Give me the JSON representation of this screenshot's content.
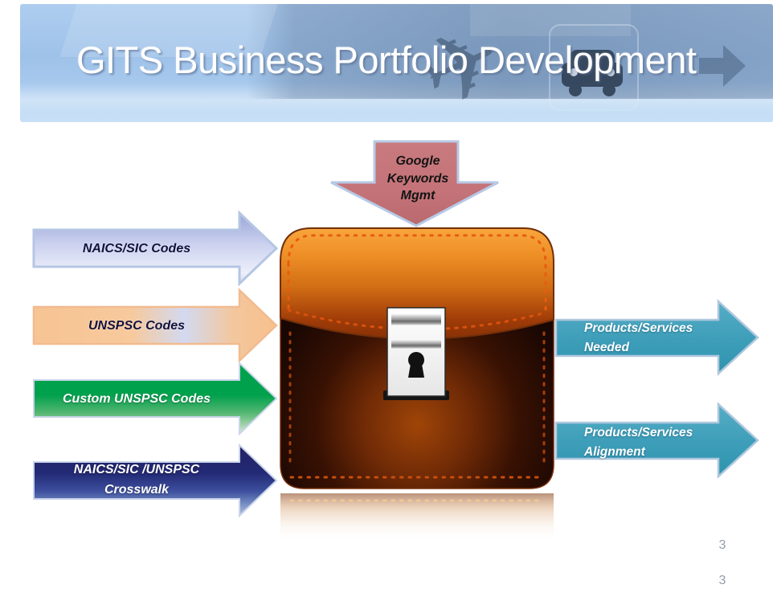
{
  "header": {
    "title": "GITS Business Portfolio Development",
    "background_color": "#9fc2e9",
    "title_color": "#ffffff",
    "icons": {
      "airplane_glyph": "✈"
    }
  },
  "input_arrows": [
    {
      "lines": [
        "NAICS/SIC Codes"
      ],
      "fill": "#ccd2ef",
      "text_color": "#12123d"
    },
    {
      "lines": [
        "UNSPSC Codes"
      ],
      "fill": "#f7c493",
      "text_color": "#12123d"
    },
    {
      "lines": [
        "Custom UNSPSC Codes"
      ],
      "fill": "#00a14d",
      "text_color": "#ffffff"
    },
    {
      "lines": [
        "NAICS/SIC /UNSPSC",
        "Crosswalk"
      ],
      "fill": "#232a75",
      "text_color": "#ffffff"
    }
  ],
  "top_arrow": {
    "lines": [
      "Google",
      "Keywords",
      "Mgmt"
    ],
    "fill": "#c4767b",
    "text_color": "#141414"
  },
  "output_arrows": [
    {
      "lines": [
        "Products/Services",
        "Needed"
      ],
      "fill": "#3f9fba",
      "text_color": "#ffffff"
    },
    {
      "lines": [
        "Products/Services",
        "Alignment"
      ],
      "fill": "#3f9fba",
      "text_color": "#ffffff"
    }
  ],
  "center_graphic": {
    "name": "locked-portfolio-briefcase",
    "accent_color": "#e85c10"
  },
  "footer": {
    "page_numbers": [
      "3",
      "3"
    ]
  }
}
